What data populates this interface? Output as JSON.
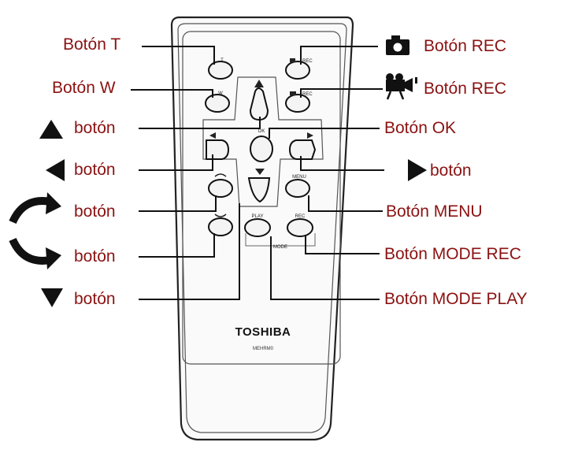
{
  "remote": {
    "brand": "TOSHIBA",
    "model": "MEHRM0",
    "key_t": "T",
    "key_w": "W",
    "key_ok": "OK",
    "key_menu": "MENU",
    "key_play": "PLAY",
    "key_rec": "REC",
    "key_mode": "MODE"
  },
  "labels": {
    "t_button": "Botón T",
    "w_button": "Botón W",
    "up_button": "botón",
    "left_button": "botón",
    "rotate_cw_button": "botón",
    "rotate_ccw_button": "botón",
    "down_button": "botón",
    "photo_rec_button": "Botón REC",
    "video_rec_button": "Botón REC",
    "ok_button": "Botón OK",
    "right_button": "botón",
    "menu_button": "Botón MENU",
    "mode_rec_button": "Botón MODE REC",
    "mode_play_button": "Botón MODE PLAY"
  },
  "icons": {
    "up": "up-triangle",
    "left": "left-triangle",
    "right": "right-triangle",
    "down": "down-triangle",
    "rotate_cw": "rotate-clockwise-arrow",
    "rotate_ccw": "rotate-counterclockwise-arrow",
    "camera": "camera",
    "video_camera": "video-camera"
  }
}
